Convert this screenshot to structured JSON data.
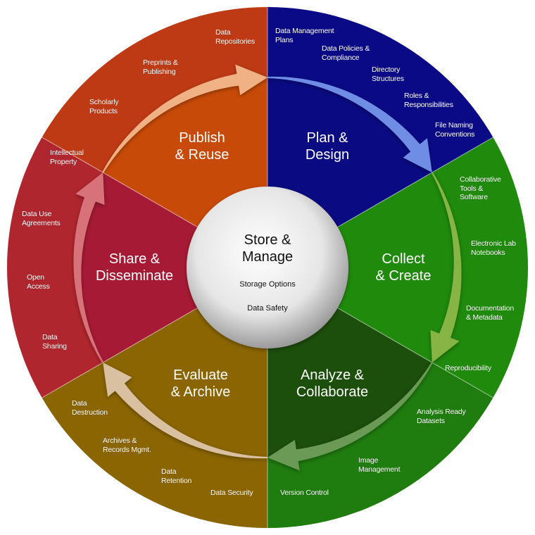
{
  "center": {
    "title": "Store &\nManage",
    "items": [
      "Storage Options",
      "Data Safety"
    ],
    "color_light": "#ffffff",
    "color_dark": "#8a8a8a"
  },
  "phases": [
    {
      "id": "publish",
      "title": "Publish\n& Reuse",
      "inner_color": "#c84a08",
      "ring_color": "#be3a14",
      "arrow_color": "#f0b285"
    },
    {
      "id": "plan",
      "title": "Plan &\nDesign",
      "inner_color": "#0a0a82",
      "ring_color": "#0a0a86",
      "arrow_color": "#6f8de6"
    },
    {
      "id": "collect",
      "title": "Collect\n& Create",
      "inner_color": "#1f8a0c",
      "ring_color": "#1f8a0c",
      "arrow_color": "#86b444"
    },
    {
      "id": "analyze",
      "title": "Analyze &\nCollaborate",
      "inner_color": "#1c4e0c",
      "ring_color": "#1f7c0e",
      "arrow_color": "#6a9a55"
    },
    {
      "id": "evaluate",
      "title": "Evaluate\n& Archive",
      "inner_color": "#8a6502",
      "ring_color": "#8a6502",
      "arrow_color": "#d8c0a0"
    },
    {
      "id": "share",
      "title": "Share &\nDisseminate",
      "inner_color": "#a61a35",
      "ring_color": "#b0262e",
      "arrow_color": "#d8727a"
    }
  ],
  "ring_labels": [
    "Data\nRepositories",
    "Preprints &\nPublishing",
    "Scholarly\nProducts",
    "Intellectual\nProperty",
    "Data Use\nAgreements",
    "Open\nAccess",
    "Data\nSharing",
    "Data\nDestruction",
    "Archives &\nRecords Mgmt.",
    "Data\nRetention",
    "Data Security",
    "Version Control",
    "Image\nManagement",
    "Analysis Ready\nDatasets",
    "Reproducibility",
    "Documentation\n& Metadata",
    "Electronic Lab\nNotebooks",
    "Collaborative\nTools &\nSoftware",
    "File Naming\nConventions",
    "Roles &\nResponsibilities",
    "Directory\nStructures",
    "Data Policies &\nCompliance",
    "Data Management\nPlans"
  ]
}
